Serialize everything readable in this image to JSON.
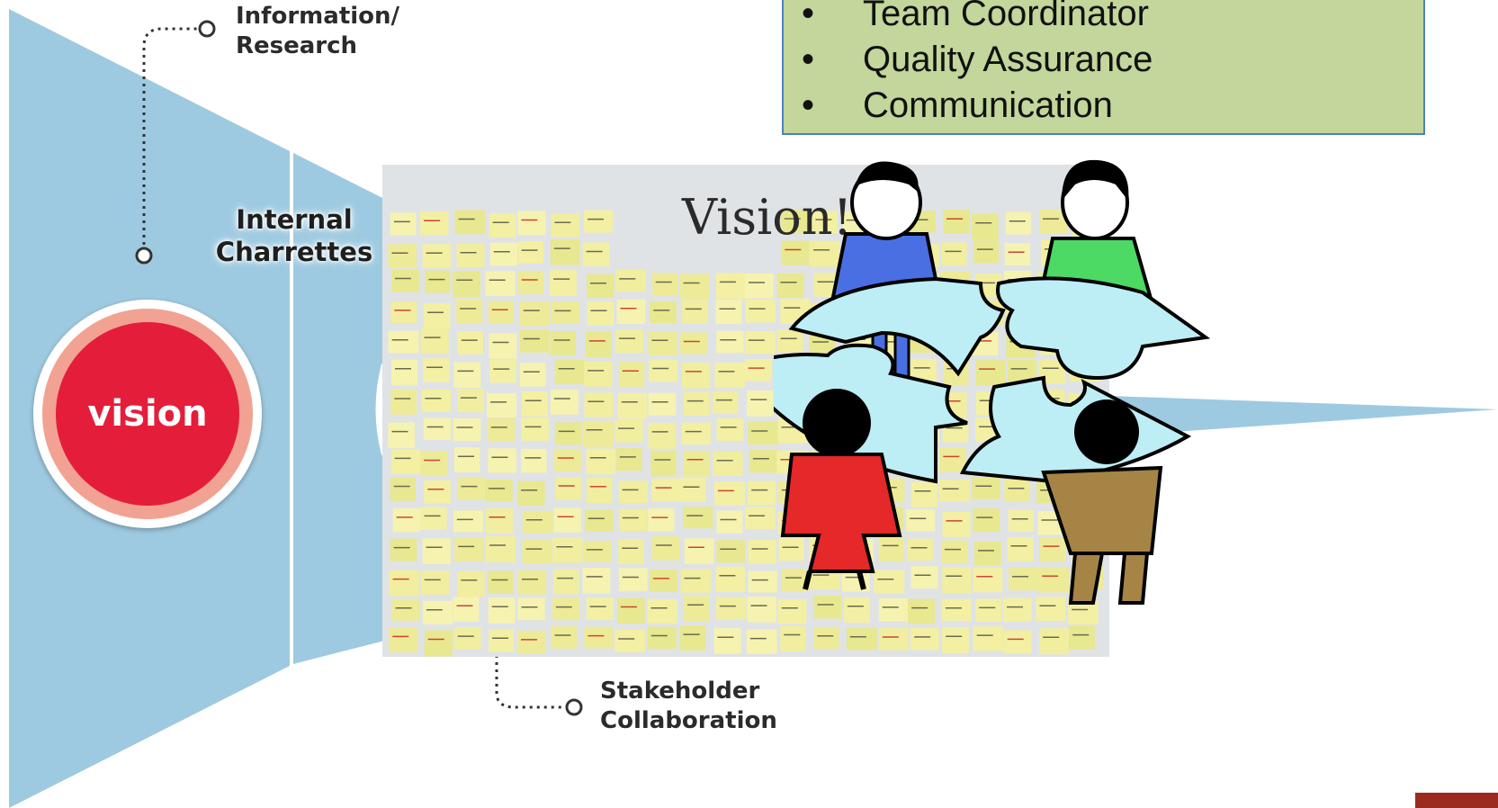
{
  "roles": {
    "items": [
      "Team Coordinator",
      "Quality Assurance",
      "Communication"
    ],
    "bullet": "•"
  },
  "funnel": {
    "callout_info": [
      "Information/",
      "Research"
    ],
    "callout_internal": [
      "Internal",
      "Charrettes"
    ],
    "callout_stakeholder": [
      "Stakeholder",
      "Collaboration"
    ],
    "center_label": "vision"
  },
  "photo": {
    "wall_title": "Vision!"
  },
  "colors": {
    "funnel_blue": "#9ecae1",
    "vision_red": "#e41e3a",
    "vision_ring": "#f2a293",
    "roles_bg": "#c3d69b",
    "roles_border": "#4f81bd",
    "puzzle": "#bdeef5"
  }
}
